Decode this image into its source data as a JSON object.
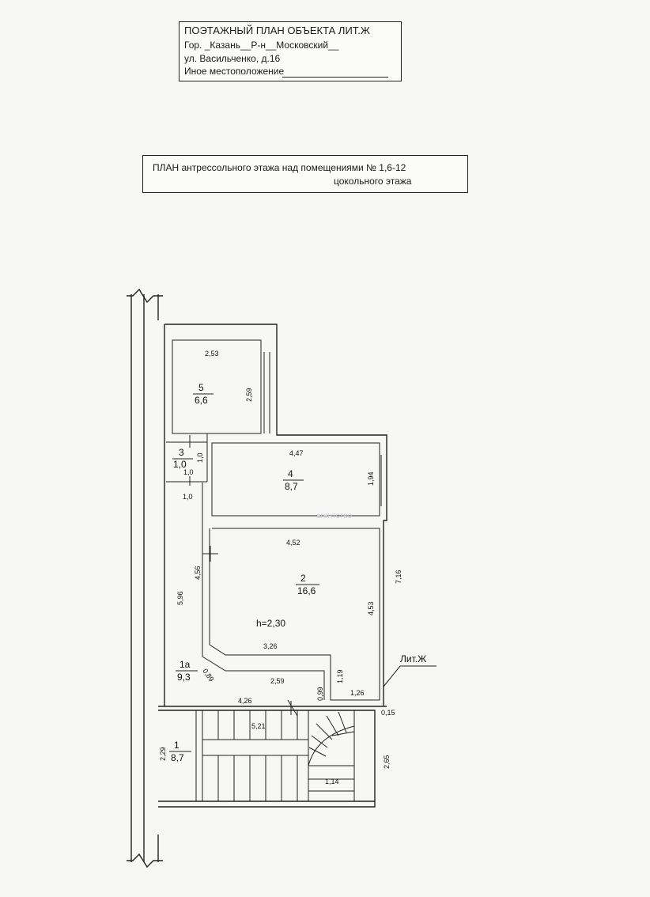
{
  "header": {
    "line1": "ПОЭТАЖНЫЙ ПЛАН ОБЪЕКТА ЛИТ.Ж",
    "line2": "Гор. _Казань__Р-н__Московский__",
    "line3": "ул. Васильченко, д.16",
    "line4": "Иное местоположение"
  },
  "plan_title": {
    "line1": "ПЛАН  антрессольного  этажа  над помещениями № 1,6-12",
    "line2": "цокольного  этажа"
  },
  "height_label": "h=2,30",
  "building_label": "Лит.Ж",
  "watermark": "агентство",
  "rooms": [
    {
      "number": "5",
      "area": "6,6"
    },
    {
      "number": "3",
      "area": "1,0"
    },
    {
      "number": "4",
      "area": "8,7"
    },
    {
      "number": "2",
      "area": "16,6"
    },
    {
      "number": "1а",
      "area": "9,3"
    },
    {
      "number": "1",
      "area": "8,7"
    }
  ],
  "dimensions": {
    "d_2_53": "2,53",
    "d_2_59v": "2,59",
    "d_1_0a": "1,0",
    "d_1_0b": "1,0",
    "d_1_0c": "1,0",
    "d_4_47": "4,47",
    "d_1_94": "1,94",
    "d_4_52": "4,52",
    "d_4_56": "4,56",
    "d_5_96": "5,96",
    "d_7_16": "7,16",
    "d_4_53": "4,53",
    "d_3_26": "3,26",
    "d_1_19": "1,19",
    "d_0_89": "0,89",
    "d_2_59h": "2,59",
    "d_0_99": "0,99",
    "d_1_26": "1,26",
    "d_4_26": "4,26",
    "d_0_15": "0,15",
    "d_5_21": "5,21",
    "d_2_29": "2,29",
    "d_2_65": "2,65",
    "d_1_14": "1,14"
  }
}
